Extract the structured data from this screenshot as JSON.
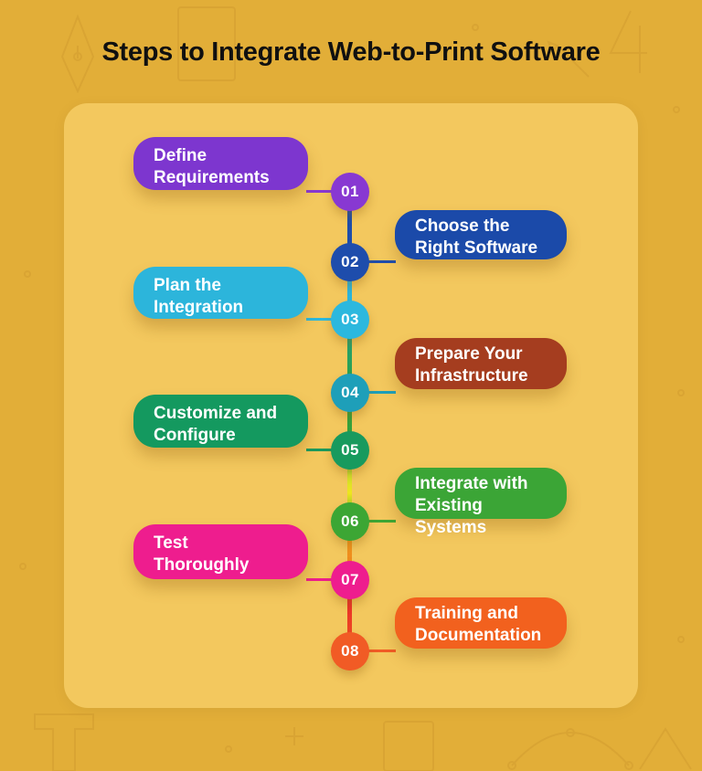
{
  "title": "Steps to Integrate Web-to-Print Software",
  "steps": [
    {
      "number": "01",
      "label": "Define\nRequirements",
      "side": "left",
      "box_color": "#7d36cf",
      "circle_color": "#8838d2"
    },
    {
      "number": "02",
      "label": "Choose the\nRight Software",
      "side": "right",
      "box_color": "#1b4aa9",
      "circle_color": "#1e4dac"
    },
    {
      "number": "03",
      "label": "Plan the\nIntegration",
      "side": "left",
      "box_color": "#2cb5db",
      "circle_color": "#2cb8de"
    },
    {
      "number": "04",
      "label": "Prepare Your\nInfrastructure",
      "side": "right",
      "box_color": "#a53d1f",
      "circle_color": "#1e9fb9"
    },
    {
      "number": "05",
      "label": "Customize and\nConfigure",
      "side": "left",
      "box_color": "#14995f",
      "circle_color": "#189a5e"
    },
    {
      "number": "06",
      "label": "Integrate with\nExisting Systems",
      "side": "right",
      "box_color": "#3ba536",
      "circle_color": "#3ca634"
    },
    {
      "number": "07",
      "label": "Test\nThoroughly",
      "side": "left",
      "box_color": "#ee1d8e",
      "circle_color": "#ee1d8e"
    },
    {
      "number": "08",
      "label": "Training and\nDocumentation",
      "side": "right",
      "box_color": "#f2611e",
      "circle_color": "#f15b25"
    }
  ],
  "timeline": {
    "segment_colors": [
      "#1e4da9",
      "#2bb5dc",
      "#2fa03e",
      "#35a23c",
      "#efe51e",
      "#f0951e",
      "#e8252a"
    ]
  },
  "colors": {
    "page_background": "#e2ae38",
    "card_background": "#f3c85e",
    "title_text": "#101010",
    "step_text": "#ffffff"
  }
}
